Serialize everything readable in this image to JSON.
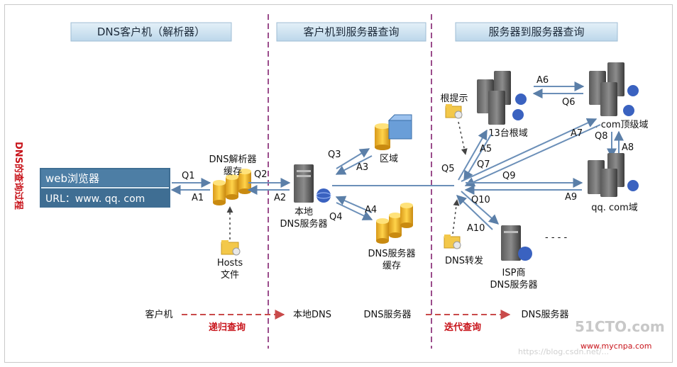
{
  "headers": {
    "client": "DNS客户机（解析器）",
    "client_to_server": "客户机到服务器查询",
    "server_to_server": "服务器到服务器查询"
  },
  "side_title": "DNS的查询过程",
  "browser": {
    "title": "web浏览器",
    "url": "URL：www. qq. com"
  },
  "resolver_cache": {
    "line1": "DNS解析器",
    "line2": "缓存"
  },
  "hosts_file": {
    "line1": "Hosts",
    "line2": "文件"
  },
  "local_dns": {
    "line1": "本地",
    "line2": "DNS服务器"
  },
  "zone": "区域",
  "dns_cache": {
    "line1": "DNS服务器",
    "line2": "缓存"
  },
  "root_hint": "根提示",
  "root_servers": "13台根域",
  "tld_servers": ". com顶级域",
  "qq_servers": "qq. com域",
  "dns_forward": "DNS转发",
  "isp_dns": {
    "line1": "ISP商",
    "line2": "DNS服务器"
  },
  "isp_dots": "- - - -",
  "arrow_labels": {
    "q1": "Q1",
    "a1": "A1",
    "q2": "Q2",
    "a2": "A2",
    "q3": "Q3",
    "a3": "A3",
    "q4": "Q4",
    "a4": "A4",
    "q5": "Q5",
    "a5": "A5",
    "a6": "A6",
    "q6": "Q6",
    "a7": "A7",
    "q7": "Q7",
    "q8": "Q8",
    "a8": "A8",
    "q9": "Q9",
    "a9": "A9",
    "q10": "Q10",
    "a10": "A10"
  },
  "bottom": {
    "client": "客户机",
    "recursive": "递归查询",
    "local_dns": "本地DNS",
    "dns_server_1": "DNS服务器",
    "iterative": "迭代查询",
    "dns_server_2": "DNS服务器"
  },
  "watermarks": {
    "site": "51CTO.com",
    "blog": "https://blog.csdn.net/...",
    "small": "www.mycnpa.com"
  },
  "colors": {
    "header_fill": "#cfe3f1",
    "browser_fill": "#3f6e93",
    "divider": "#9b4d8c",
    "arrow_blue": "#6b8fb8",
    "bottom_arrow": "#c94a4a",
    "red_text": "#c8141b"
  }
}
